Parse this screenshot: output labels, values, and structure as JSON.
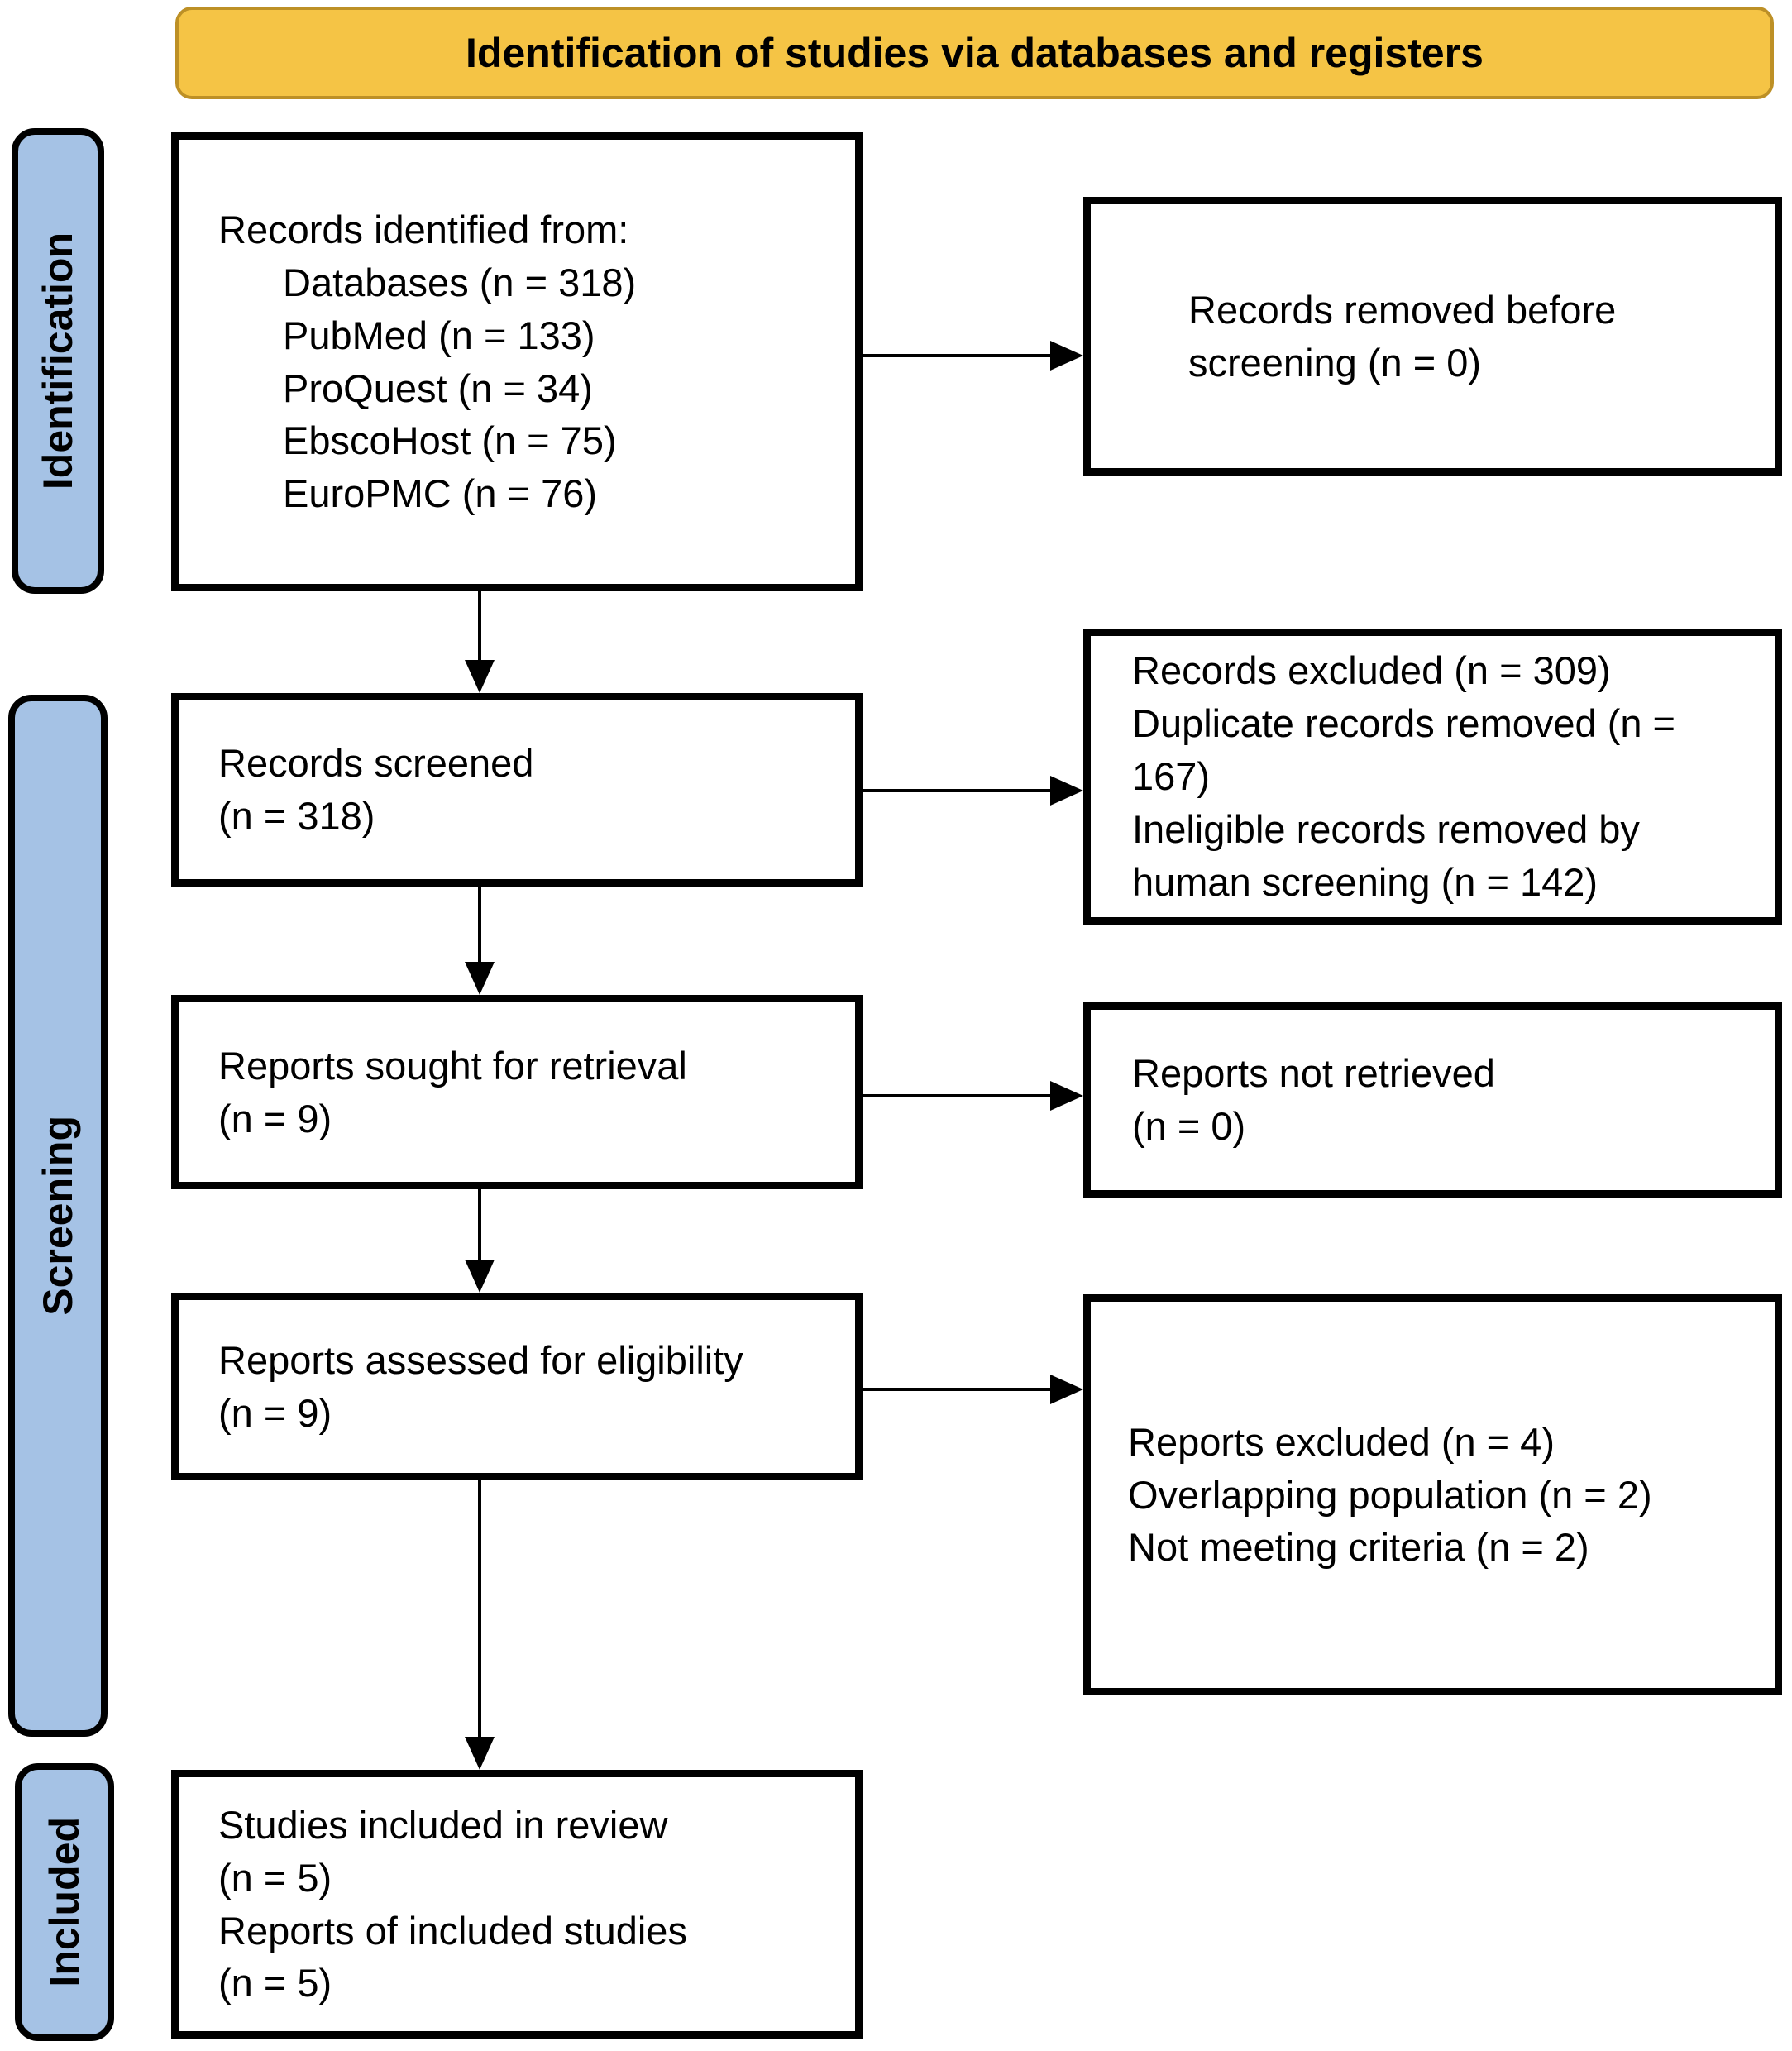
{
  "title": "Identification of studies via databases and registers",
  "colors": {
    "banner_fill": "#F5C445",
    "banner_border": "#BD9026",
    "label_fill": "#A5C2E5",
    "box_border": "#000000"
  },
  "side_labels": [
    {
      "id": "identification",
      "label": "Identification"
    },
    {
      "id": "screening",
      "label": "Screening"
    },
    {
      "id": "included",
      "label": "Included"
    }
  ],
  "boxes": {
    "records_identified": {
      "heading": "Records identified from:",
      "items": [
        "Databases (n = 318)",
        "PubMed (n = 133)",
        "ProQuest (n = 34)",
        "EbscoHost (n = 75)",
        "EuroPMC (n = 76)"
      ]
    },
    "records_screened": {
      "lines": [
        "Records screened",
        "(n = 318)"
      ]
    },
    "reports_sought": {
      "lines": [
        "Reports sought for retrieval",
        "(n = 9)"
      ]
    },
    "reports_assessed": {
      "lines": [
        "Reports assessed for eligibility",
        "(n = 9)"
      ]
    },
    "studies_included": {
      "lines": [
        "Studies included in review",
        "(n = 5)",
        "Reports of included studies",
        "(n = 5)"
      ]
    },
    "records_removed": {
      "lines": [
        "Records removed before screening (n = 0)"
      ]
    },
    "records_excluded": {
      "lines": [
        "Records excluded (n = 309)",
        "Duplicate records removed (n = 167)",
        "Ineligible records removed by human screening (n = 142)"
      ]
    },
    "reports_not_retrieved": {
      "lines": [
        "Reports not retrieved",
        "(n = 0)"
      ]
    },
    "reports_excluded": {
      "lines": [
        "Reports excluded (n = 4)",
        "Overlapping population (n = 2)",
        "Not meeting criteria (n = 2)"
      ]
    }
  }
}
